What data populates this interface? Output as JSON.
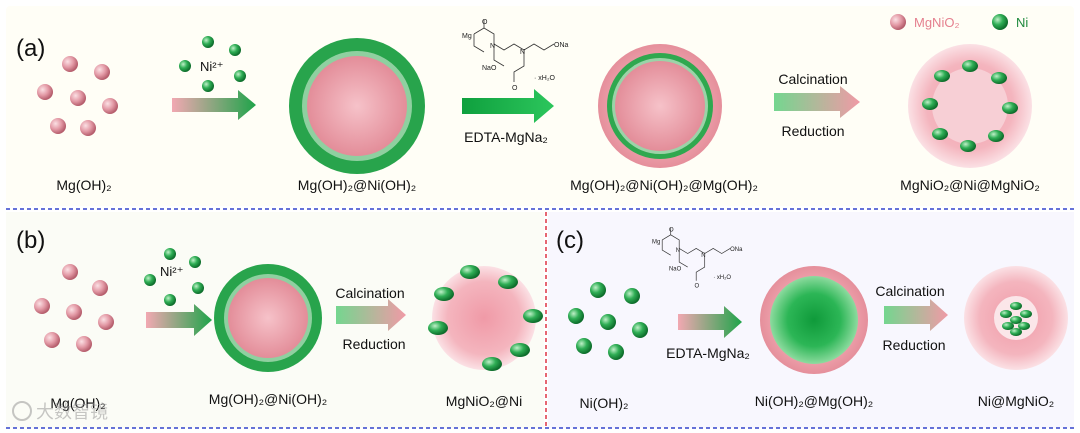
{
  "legend": {
    "pink_label": "MgNiO₂",
    "green_label": "Ni"
  },
  "panel_a": {
    "tag": "(a)",
    "ion_label": "Ni²⁺",
    "reagent_label": "EDTA-MgNa₂",
    "step_top": "Calcination",
    "step_bottom": "Reduction",
    "captions": [
      "Mg(OH)₂",
      "Mg(OH)₂@Ni(OH)₂",
      "Mg(OH)₂@Ni(OH)₂@Mg(OH)₂",
      "MgNiO₂@Ni@MgNiO₂"
    ]
  },
  "panel_b": {
    "tag": "(b)",
    "ion_label": "Ni²⁺",
    "step_top": "Calcination",
    "step_bottom": "Reduction",
    "captions": [
      "Mg(OH)₂",
      "Mg(OH)₂@Ni(OH)₂",
      "MgNiO₂@Ni"
    ]
  },
  "panel_c": {
    "tag": "(c)",
    "reagent_label": "EDTA-MgNa₂",
    "step_top": "Calcination",
    "step_bottom": "Reduction",
    "captions": [
      "Ni(OH)₂",
      "Ni(OH)₂@Mg(OH)₂",
      "Ni@MgNiO₂"
    ]
  },
  "edta_structure": {
    "mg": "Mg",
    "o": "O",
    "n": "N",
    "na_o": "NaO",
    "o_na": "ONa",
    "water": "· xH₂O"
  },
  "watermark": "大数智镜",
  "colors": {
    "pink": "#e8909c",
    "green": "#2fa84f",
    "dark_green": "#1f7a3a",
    "divider_blue": "#3344cc",
    "divider_red": "#dd3344"
  }
}
